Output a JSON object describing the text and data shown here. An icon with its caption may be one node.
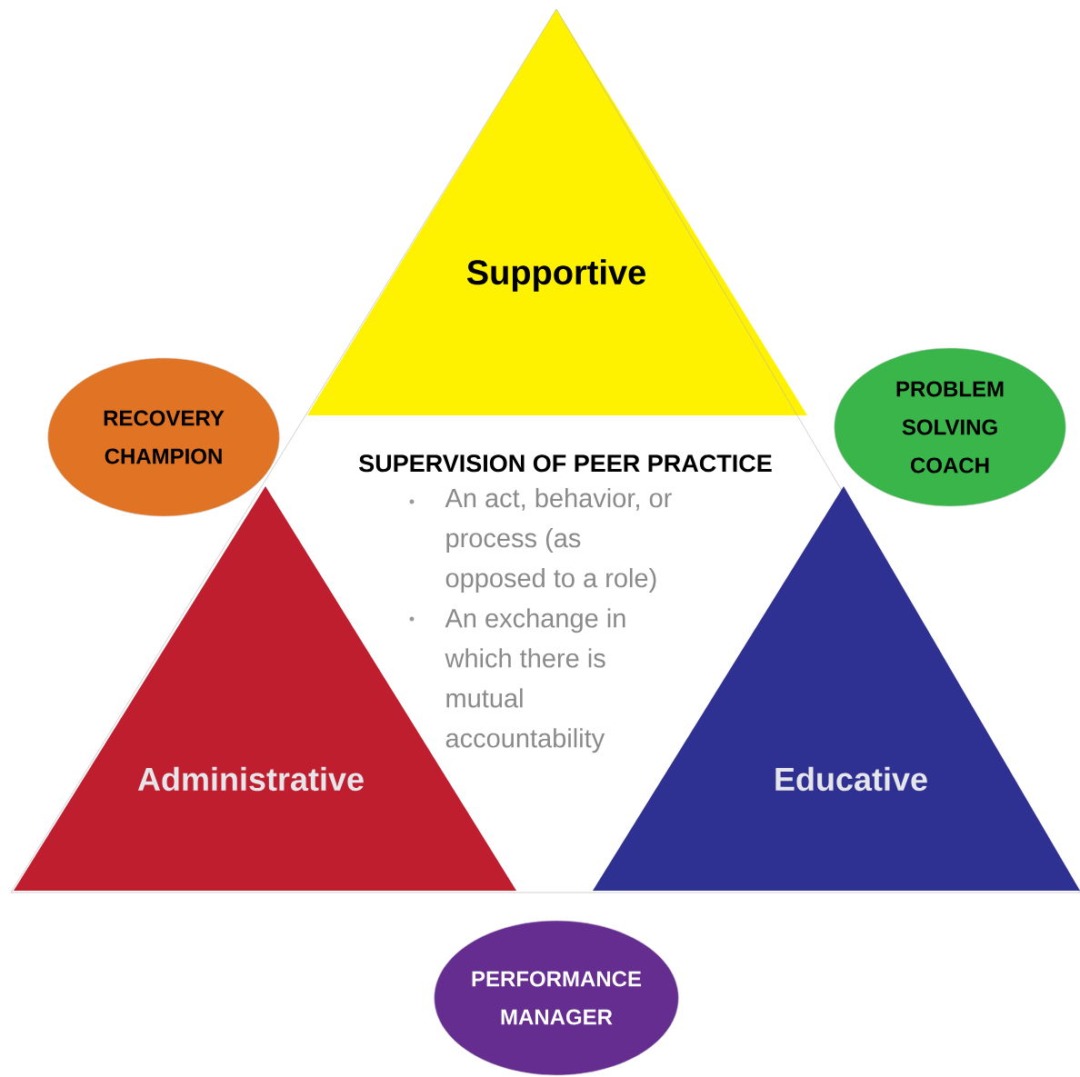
{
  "diagram": {
    "nodes": [
      {
        "text": [
          "Supportive"
        ]
      },
      {
        "text": [
          "RECOVERY CHAMPION"
        ]
      },
      {
        "text": [
          "PROBLEM SOLVING COACH"
        ]
      },
      {
        "text": [
          "SUPERVISION OF PEER PRACTICE",
          "An act, behavior, or process (as opposed to a role)",
          "An exchange in which there is mutual accountability"
        ]
      },
      {
        "text": [
          "Administrative"
        ]
      },
      {
        "text": [
          "Educative"
        ]
      },
      {
        "text": [
          "PERFORMANCE MANAGER"
        ]
      }
    ]
  }
}
